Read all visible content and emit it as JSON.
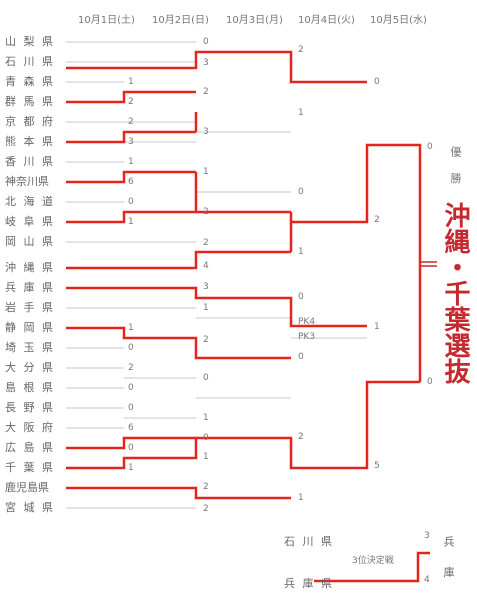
{
  "dates": [
    "10月1日(土)",
    "10月2日(日)",
    "10月3日(月)",
    "10月4日(火)",
    "10月5日(水)"
  ],
  "teams": [
    "山 梨 県",
    "石 川 県",
    "青 森 県",
    "群 馬 県",
    "京 都 府",
    "熊 本 県",
    "香 川 県",
    "神奈川県",
    "北 海 道",
    "岐 阜 県",
    "岡 山 県",
    "沖 縄 県",
    "兵 庫 県",
    "岩 手 県",
    "静 岡 県",
    "埼 玉 県",
    "大 分 県",
    "島 根 県",
    "長 野 県",
    "大 阪 府",
    "広 島 県",
    "千 葉 県",
    "鹿児島県",
    "宮 城 県"
  ],
  "scores": {
    "r1": [
      "1",
      "2",
      "2",
      "3",
      "1",
      "6",
      "0",
      "1",
      "3",
      "1",
      "1",
      "0",
      "2",
      "0",
      "0",
      "6",
      "0",
      "1"
    ],
    "r2": [
      "0",
      "3",
      "2",
      "3",
      "1",
      "2",
      "2",
      "4",
      "2",
      "0",
      "1",
      "0",
      "1",
      "2",
      "2",
      "1"
    ],
    "r3": [
      "2",
      "1",
      "0",
      "1",
      "0",
      "0",
      "2",
      "1"
    ],
    "r3_pk": [
      "PK4",
      "PK3"
    ],
    "sf": [
      "0",
      "2",
      "1",
      "5"
    ],
    "final": [
      "0",
      "0"
    ]
  },
  "rank_label": "優 勝",
  "champion": "沖縄・千葉選抜",
  "third_place": {
    "team_top": "石 川 県",
    "team_bottom": "兵 庫 県",
    "label": "3位決定戦",
    "score_top": "3",
    "score_bottom": "4",
    "winner": "兵 庫"
  },
  "colors": {
    "line": "#e5241b",
    "thin": "#c8c8c8",
    "champion": "#c5282f"
  }
}
